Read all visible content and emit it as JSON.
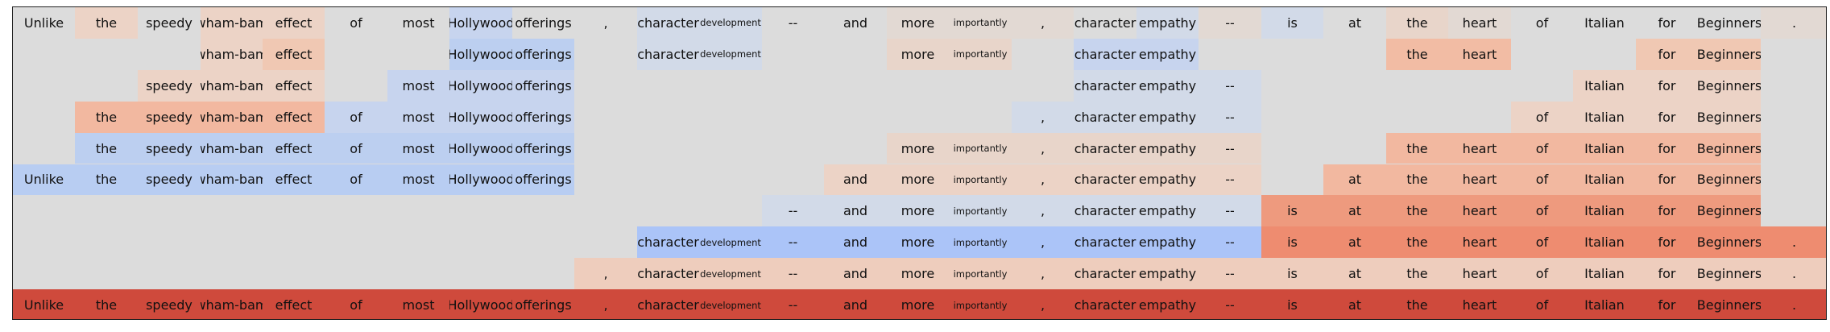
{
  "tokens": [
    "Unlike",
    "the",
    "speedy",
    "wham-bam",
    "effect",
    "of",
    "most",
    "Hollywood",
    "offerings",
    ",",
    "character",
    "development",
    "--",
    "and",
    "more",
    "importantly",
    ",",
    "character",
    "empathy",
    "--",
    "is",
    "at",
    "the",
    "heart",
    "of",
    "Italian",
    "for",
    "Beginners",
    "."
  ],
  "small_token_indices": [
    11,
    15
  ],
  "rows": [
    [
      0,
      1,
      2,
      3,
      4,
      5,
      6,
      7,
      8,
      9,
      10,
      11,
      12,
      13,
      14,
      15,
      16,
      17,
      18,
      19,
      20,
      21,
      22,
      23,
      24,
      25,
      26,
      27,
      28
    ],
    [
      3,
      4,
      7,
      8,
      10,
      11,
      14,
      15,
      17,
      18,
      22,
      23,
      26,
      27
    ],
    [
      2,
      3,
      4,
      6,
      7,
      8,
      17,
      18,
      19,
      25,
      26,
      27
    ],
    [
      1,
      2,
      3,
      4,
      5,
      6,
      7,
      8,
      16,
      17,
      18,
      19,
      24,
      25,
      26,
      27
    ],
    [
      1,
      2,
      3,
      4,
      5,
      6,
      7,
      8,
      14,
      15,
      16,
      17,
      18,
      19,
      22,
      23,
      24,
      25,
      26,
      27
    ],
    [
      0,
      1,
      2,
      3,
      4,
      5,
      6,
      7,
      8,
      13,
      14,
      15,
      16,
      17,
      18,
      19,
      21,
      22,
      23,
      24,
      25,
      26,
      27
    ],
    [
      12,
      13,
      14,
      15,
      16,
      17,
      18,
      19,
      20,
      21,
      22,
      23,
      24,
      25,
      26,
      27
    ],
    [
      10,
      11,
      12,
      13,
      14,
      15,
      16,
      17,
      18,
      19,
      20,
      21,
      22,
      23,
      24,
      25,
      26,
      27,
      28
    ],
    [
      9,
      10,
      11,
      12,
      13,
      14,
      15,
      16,
      17,
      18,
      19,
      20,
      21,
      22,
      23,
      24,
      25,
      26,
      27,
      28
    ],
    [
      0,
      1,
      2,
      3,
      4,
      5,
      6,
      7,
      8,
      9,
      10,
      11,
      12,
      13,
      14,
      15,
      16,
      17,
      18,
      19,
      20,
      21,
      22,
      23,
      24,
      25,
      26,
      27,
      28
    ]
  ],
  "colors": {
    "background": "#dcdcdc",
    "row_fills": [
      {
        "0": "#dcdcdc",
        "1": "#ecd3c6",
        "2": "#dcdcdc",
        "3": "#ecd3c6",
        "4": "#ecd3c6",
        "5": "#dcdcdc",
        "6": "#dcdcdc",
        "7": "#c7d4ee",
        "8": "#dcdcdc",
        "9": "#dcdcdc",
        "10": "#d2dae8",
        "11": "#d2dae8",
        "12": "#dcdcdc",
        "13": "#dcdcdc",
        "14": "#e2d9d3",
        "15": "#e2d9d3",
        "16": "#e2d9d3",
        "17": "#dcdcdc",
        "18": "#d2dae8",
        "19": "#e2d9d3",
        "20": "#d2dae8",
        "21": "#dcdcdc",
        "22": "#e8d5ca",
        "23": "#e2d9d3",
        "24": "#dcdcdc",
        "25": "#dcdcdc",
        "26": "#dcdcdc",
        "27": "#dcdcdc",
        "28": "#e2d9d3"
      },
      {
        "3": "#ecd3c6",
        "4": "#f0c8b3",
        "7": "#bccff0",
        "8": "#bccff0",
        "10": "#d2dae8",
        "11": "#d2dae8",
        "14": "#e8d5ca",
        "15": "#e8d5ca",
        "17": "#c7d4ee",
        "18": "#c7d4ee",
        "22": "#f2bca4",
        "23": "#f2bca4",
        "26": "#f0c8b3",
        "27": "#f0c8b3"
      },
      {
        "2": "#ecd3c6",
        "3": "#ecd3c6",
        "4": "#ecd3c6",
        "6": "#c7d4ee",
        "7": "#c7d4ee",
        "8": "#c7d4ee",
        "17": "#d2dae8",
        "18": "#d2dae8",
        "19": "#d2dae8",
        "25": "#ecd3c6",
        "26": "#ecd3c6",
        "27": "#ecd3c6"
      },
      {
        "1": "#f2b8a0",
        "2": "#f2b8a0",
        "3": "#f2b8a0",
        "4": "#f2b8a0",
        "5": "#c7d4ee",
        "6": "#c7d4ee",
        "7": "#c7d4ee",
        "8": "#c7d4ee",
        "16": "#d2dae8",
        "17": "#d2dae8",
        "18": "#d2dae8",
        "19": "#d2dae8",
        "24": "#ecd3c6",
        "25": "#ecd3c6",
        "26": "#ecd3c6",
        "27": "#ecd3c6"
      },
      {
        "1": "#bccff0",
        "2": "#bccff0",
        "3": "#bccff0",
        "4": "#bccff0",
        "5": "#bccff0",
        "6": "#bccff0",
        "7": "#bccff0",
        "8": "#bccff0",
        "14": "#e8d5ca",
        "15": "#e8d5ca",
        "16": "#e8d5ca",
        "17": "#e8d5ca",
        "18": "#e8d5ca",
        "19": "#e8d5ca",
        "22": "#f2b8a0",
        "23": "#f2b8a0",
        "24": "#f2b8a0",
        "25": "#f2b8a0",
        "26": "#f2b8a0",
        "27": "#f2b8a0"
      },
      {
        "0": "#b8cdf2",
        "1": "#b8cdf2",
        "2": "#b8cdf2",
        "3": "#b8cdf2",
        "4": "#b8cdf2",
        "5": "#b8cdf2",
        "6": "#b8cdf2",
        "7": "#b8cdf2",
        "8": "#b8cdf2",
        "13": "#ecd3c6",
        "14": "#ecd3c6",
        "15": "#ecd3c6",
        "16": "#ecd3c6",
        "17": "#ecd3c6",
        "18": "#ecd3c6",
        "19": "#ecd3c6",
        "21": "#f2b8a0",
        "22": "#f2b8a0",
        "23": "#f2b8a0",
        "24": "#f2b8a0",
        "25": "#f2b8a0",
        "26": "#f2b8a0",
        "27": "#f2b8a0"
      },
      {
        "12": "#d2dae8",
        "13": "#d2dae8",
        "14": "#d2dae8",
        "15": "#d2dae8",
        "16": "#d2dae8",
        "17": "#d2dae8",
        "18": "#d2dae8",
        "19": "#d2dae8",
        "20": "#ee9a7e",
        "21": "#ee9a7e",
        "22": "#ee9a7e",
        "23": "#ee9a7e",
        "24": "#ee9a7e",
        "25": "#ee9a7e",
        "26": "#ee9a7e",
        "27": "#ee9a7e"
      },
      {
        "10": "#abc4f8",
        "11": "#abc4f8",
        "12": "#abc4f8",
        "13": "#abc4f8",
        "14": "#abc4f8",
        "15": "#abc4f8",
        "16": "#abc4f8",
        "17": "#abc4f8",
        "18": "#abc4f8",
        "19": "#abc4f8",
        "20": "#ee8c70",
        "21": "#ee8c70",
        "22": "#ee8c70",
        "23": "#ee8c70",
        "24": "#ee8c70",
        "25": "#ee8c70",
        "26": "#ee8c70",
        "27": "#ee8c70",
        "28": "#ee8c70"
      },
      {
        "9": "#eecdbd",
        "10": "#eecdbd",
        "11": "#eecdbd",
        "12": "#eecdbd",
        "13": "#eecdbd",
        "14": "#eecdbd",
        "15": "#eecdbd",
        "16": "#eecdbd",
        "17": "#eecdbd",
        "18": "#eecdbd",
        "19": "#eecdbd",
        "20": "#eecdbd",
        "21": "#eecdbd",
        "22": "#eecdbd",
        "23": "#eecdbd",
        "24": "#eecdbd",
        "25": "#eecdbd",
        "26": "#eecdbd",
        "27": "#eecdbd",
        "28": "#eecdbd"
      },
      {
        "0": "#cf4a3c",
        "1": "#cf4a3c",
        "2": "#cf4a3c",
        "3": "#cf4a3c",
        "4": "#cf4a3c",
        "5": "#cf4a3c",
        "6": "#cf4a3c",
        "7": "#cf4a3c",
        "8": "#cf4a3c",
        "9": "#cf4a3c",
        "10": "#cf4a3c",
        "11": "#cf4a3c",
        "12": "#cf4a3c",
        "13": "#cf4a3c",
        "14": "#cf4a3c",
        "15": "#cf4a3c",
        "16": "#cf4a3c",
        "17": "#cf4a3c",
        "18": "#cf4a3c",
        "19": "#cf4a3c",
        "20": "#cf4a3c",
        "21": "#cf4a3c",
        "22": "#cf4a3c",
        "23": "#cf4a3c",
        "24": "#cf4a3c",
        "25": "#cf4a3c",
        "26": "#cf4a3c",
        "27": "#cf4a3c",
        "28": "#cf4a3c"
      }
    ]
  }
}
